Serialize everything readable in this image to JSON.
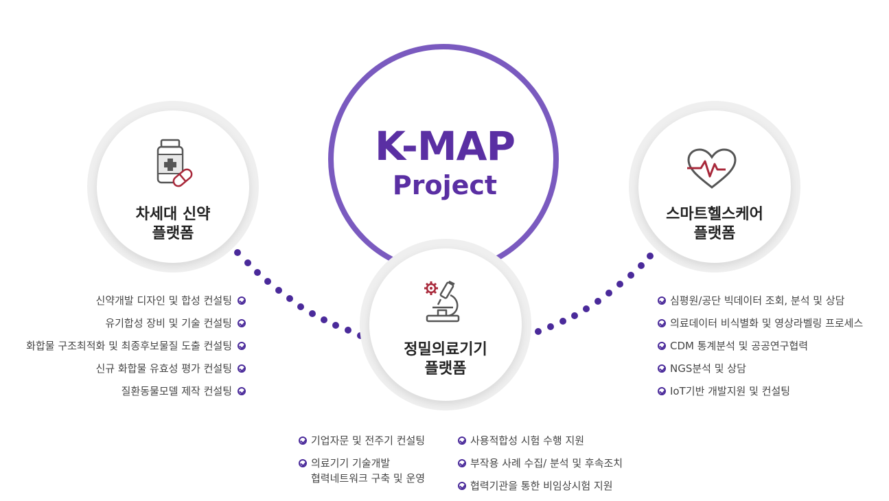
{
  "center": {
    "title": "K-MAP",
    "subtitle": "Project"
  },
  "nodes": {
    "left": {
      "title_line1": "차세대 신약",
      "title_line2": "플랫폼",
      "icon": "medicine-bottle-pill-icon"
    },
    "middle": {
      "title_line1": "정밀의료기기",
      "title_line2": "플랫폼",
      "icon": "microscope-gear-icon"
    },
    "right": {
      "title_line1": "스마트헬스케어",
      "title_line2": "플랫폼",
      "icon": "heart-pulse-icon"
    }
  },
  "left_list": [
    "신약개발 디자인 및 합성 컨설팅",
    "유기합성 장비 및 기술 컨설팅",
    "화합물 구조최적화 및 최종후보물질 도출 컨설팅",
    "신규 화합물 유효성 평가 컨설팅",
    "질환동물모델 제작 컨설팅"
  ],
  "right_list": [
    "심평원/공단 빅데이터 조회, 분석 및 상담",
    "의료데이터 비식별화 및 영상라벨링 프로세스",
    "CDM 통계분석 및 공공연구협력",
    "NGS분석 및 상담",
    "IoT기반 개발지원 및 컨설팅"
  ],
  "bottom_left_list": [
    {
      "line1": "기업자문 및 전주기 컨설팅",
      "line2": ""
    },
    {
      "line1": "의료기기 기술개발",
      "line2": "협력네트워크 구축 및 운영"
    }
  ],
  "bottom_right_list": [
    "사용적합성 시험 수행 지원",
    "부작용 사례 수집/ 분석 및 후속조치",
    "협력기관을 통한 비임상시험 지원"
  ],
  "colors": {
    "accent": "#7a5abf",
    "title": "#5a2fa3",
    "dot": "#4a2a9a",
    "icon_red": "#a8283a"
  }
}
